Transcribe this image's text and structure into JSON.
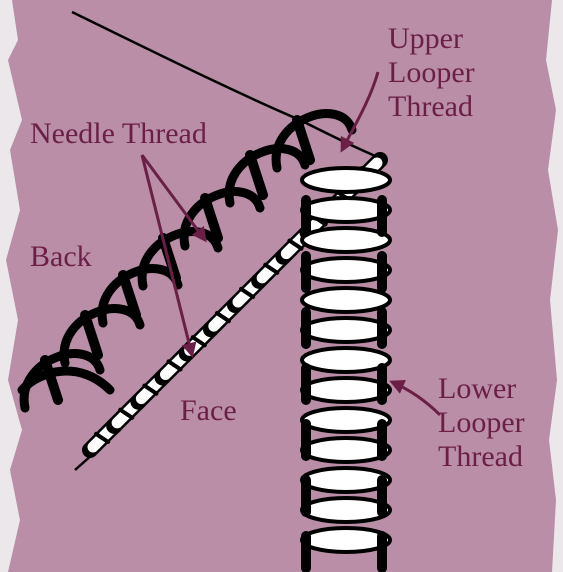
{
  "labels": {
    "upper_looper": [
      "Upper",
      "Looper",
      "Thread"
    ],
    "needle_thread": "Needle Thread",
    "back": "Back",
    "face": "Face",
    "lower_looper": [
      "Lower",
      "Looper",
      "Thread"
    ]
  },
  "colors": {
    "background": "#b98ea6",
    "torn_edge": "#ebe7ea",
    "label": "#6b1f47",
    "arrow": "#6b1f47",
    "stitch_dark": "#000000",
    "stitch_light": "#ffffff"
  }
}
